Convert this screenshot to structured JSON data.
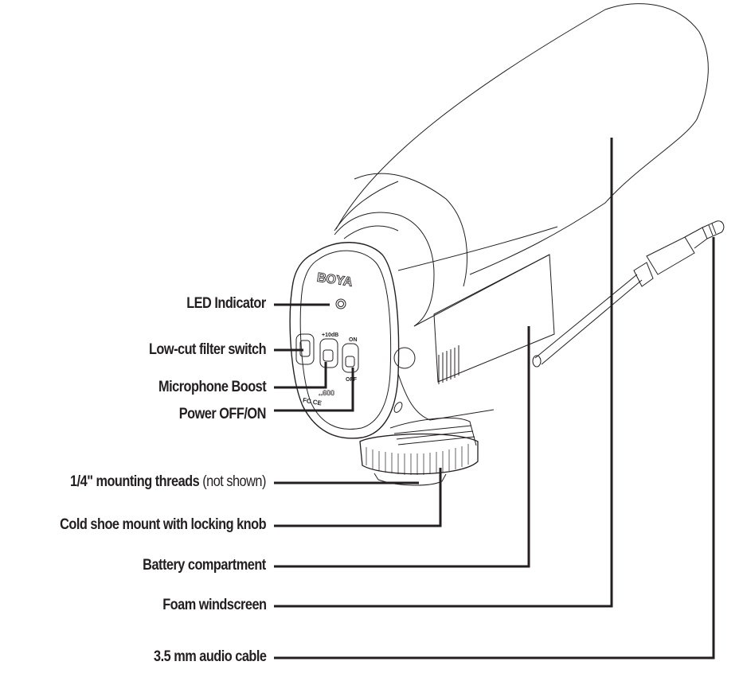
{
  "diagram": {
    "subject": "BOYA shotgun microphone (parts diagram)",
    "brand": "BOYA",
    "model_fragment": "..600",
    "switch_labels": {
      "boost": "+10dB",
      "power_on": "ON",
      "power_off": "OFF"
    },
    "certifications": "FC CE",
    "colors": {
      "line": "#231f20",
      "background": "#ffffff",
      "text": "#231f20"
    }
  },
  "callouts": [
    {
      "id": "led",
      "label": "LED Indicator",
      "note": ""
    },
    {
      "id": "lowcut",
      "label": "Low-cut filter switch",
      "note": ""
    },
    {
      "id": "boost",
      "label": "Microphone Boost",
      "note": ""
    },
    {
      "id": "power",
      "label": "Power OFF/ON",
      "note": ""
    },
    {
      "id": "threads",
      "label": "1/4\" mounting threads",
      "note": "(not shown)"
    },
    {
      "id": "coldshoe",
      "label": "Cold shoe mount with locking knob",
      "note": ""
    },
    {
      "id": "battery",
      "label": "Battery compartment",
      "note": ""
    },
    {
      "id": "foam",
      "label": "Foam windscreen",
      "note": ""
    },
    {
      "id": "cable",
      "label": "3.5 mm audio cable",
      "note": ""
    }
  ]
}
